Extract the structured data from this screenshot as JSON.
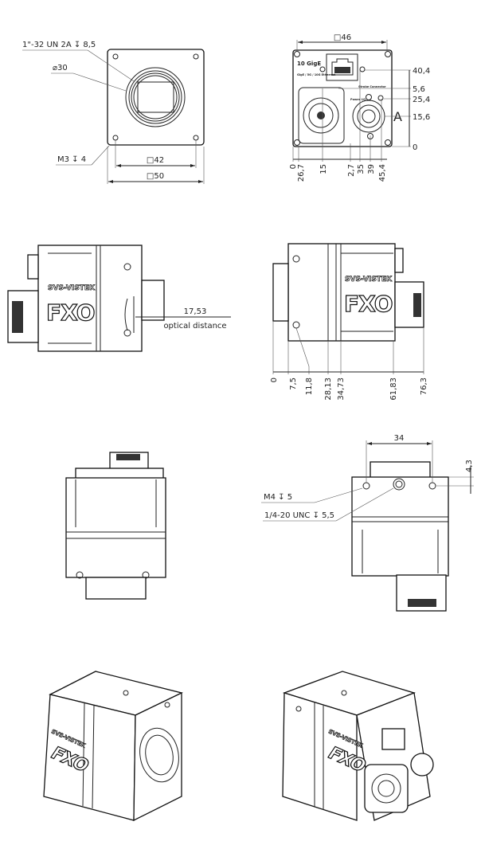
{
  "front_view": {
    "thread_label": "1\"-32 UN 2A ↧ 8,5",
    "diameter_label": "⌀30",
    "mount_hole_label": "M3 ↧ 4",
    "dim_inner": "□42",
    "dim_outer": "□50"
  },
  "rear_view": {
    "dim_width": "□46",
    "ethernet_label": "10 GigE",
    "ethernet_sub": "GigE / 5G / 10G Ethernet",
    "trigger_label": "Strobe Connector",
    "power_label": "Power I/O",
    "section_marker": "A",
    "right_dims": [
      "40,4",
      "5,6",
      "25,4",
      "15,6",
      "0"
    ],
    "bottom_dims": [
      "0",
      "26,7",
      "15",
      "2,7",
      "35",
      "39",
      "45,4"
    ]
  },
  "left_side_view": {
    "brand": "SVS-VISTEK",
    "model": "FXO",
    "optical_distance_value": "17,53",
    "optical_distance_label": "optical distance"
  },
  "right_side_view": {
    "brand": "SVS-VISTEK",
    "model": "FXO",
    "bottom_dims": [
      "0",
      "7,5",
      "11,8",
      "28,13",
      "34,73",
      "61,83",
      "76,3"
    ]
  },
  "top_view": {
    "dim_width": "34",
    "dim_offset": "4,3",
    "m4_label": "M4 ↧ 5",
    "tripod_label": "1/4-20 UNC ↧ 5,5"
  },
  "iso_views": {
    "brand": "SVS-VISTEK",
    "model": "FXO"
  }
}
